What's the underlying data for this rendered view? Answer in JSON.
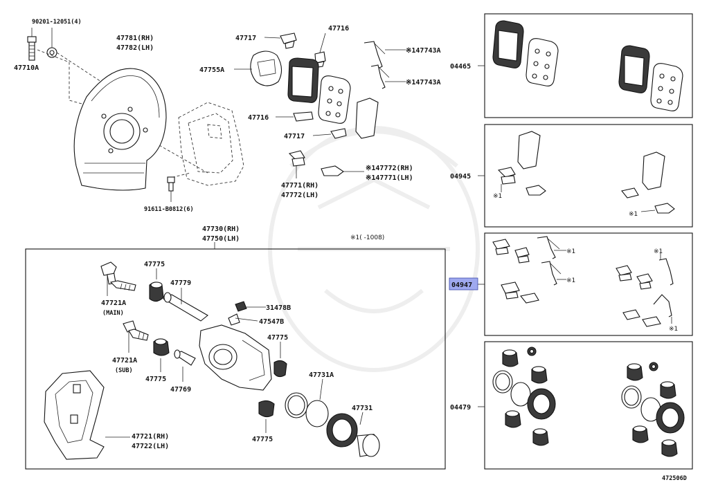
{
  "labels": {
    "bolt_top": "90201-12051(4)",
    "shield_rh": "47781(RH)",
    "shield_lh": "47782(LH)",
    "bolt_left": "47710A",
    "bolt_bottom": "91611-B0812(6)",
    "shim_a": "47717",
    "shim_b": "47716",
    "anti_sq": "47755A",
    "spring_a": "※147743A",
    "spring_b": "※147743A",
    "shim_c": "47716",
    "shim_d": "47717",
    "clip_rh": "※147772(RH)",
    "clip_lh": "※147771(LH)",
    "caliper_rh_a": "47771(RH)",
    "caliper_lh_a": "47772(LH)",
    "assy_rh": "47730(RH)",
    "assy_lh": "47750(LH)",
    "note": "※1(     -1008)",
    "boot_a": "47775",
    "pin": "47779",
    "cap": "31478B",
    "bleeder": "47547B",
    "boot_b": "47775",
    "bolt_main": "47721A",
    "bolt_main_sub": "(MAIN)",
    "bolt_sub": "47721A",
    "bolt_sub_sub": "(SUB)",
    "boot_c": "47775",
    "pin_b": "47769",
    "seal": "47731A",
    "piston": "47731",
    "boot_d": "47775",
    "bracket_rh": "47721(RH)",
    "bracket_lh": "47722(LH)",
    "kit_pads": "04465",
    "kit_shims": "04945",
    "kit_fitting": "04947",
    "kit_seals": "04479",
    "mark1": "※1",
    "mark2": "※1",
    "mark3": "※1",
    "mark4": "※1",
    "mark5": "※1",
    "mark6": "※1",
    "figure_id": "472506D"
  },
  "highlight": {
    "part": "04947",
    "color": "#9fa9ef"
  }
}
